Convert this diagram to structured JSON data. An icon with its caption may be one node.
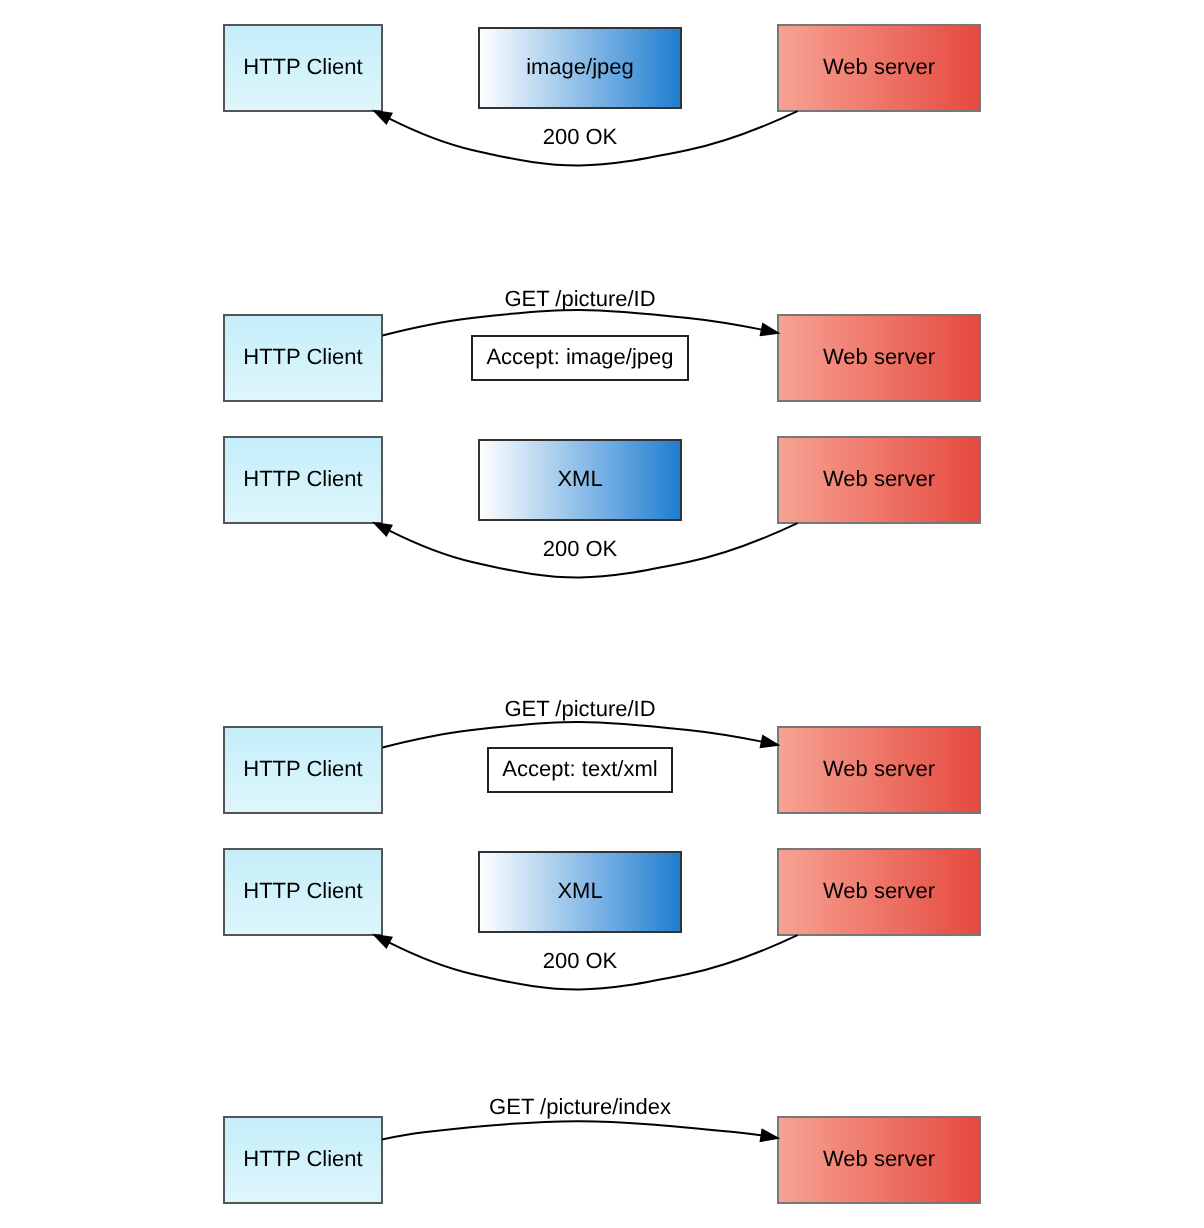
{
  "diagram": {
    "nodes": [
      {
        "text": [
          "HTTP Client"
        ]
      },
      {
        "text": [
          "Web server"
        ]
      },
      {
        "text": [
          "HTTP Client"
        ]
      },
      {
        "text": [
          "Web server"
        ]
      },
      {
        "text": [
          "XML"
        ]
      },
      {
        "text": [
          "HTTP Client"
        ]
      },
      {
        "text": [
          "Web server"
        ]
      },
      {
        "text": [
          "Accept: text/xml"
        ]
      },
      {
        "text": [
          "HTTP Client"
        ]
      },
      {
        "text": [
          "Web server"
        ]
      },
      {
        "text": [
          "XML"
        ]
      },
      {
        "text": [
          "HTTP Client"
        ]
      },
      {
        "text": [
          "Web server"
        ]
      },
      {
        "text": [
          "Accept: image/jpeg"
        ]
      },
      {
        "text": [
          "HTTP Client"
        ]
      },
      {
        "text": [
          "Web server"
        ]
      },
      {
        "text": [
          "image/jpeg"
        ]
      }
    ],
    "edges": [
      {
        "from": 0,
        "to": 1,
        "arrow": "to",
        "label": "GET /picture/index"
      },
      {
        "from": 3,
        "to": 2,
        "arrow": "to",
        "label": "200 OK"
      },
      {
        "from": 5,
        "to": 6,
        "arrow": "to",
        "label": "GET /picture/ID"
      },
      {
        "from": 9,
        "to": 8,
        "arrow": "to",
        "label": "200 OK"
      },
      {
        "from": 11,
        "to": 12,
        "arrow": "to",
        "label": "GET /picture/ID"
      },
      {
        "from": 15,
        "to": 14,
        "arrow": "to",
        "label": "200 OK"
      }
    ]
  }
}
